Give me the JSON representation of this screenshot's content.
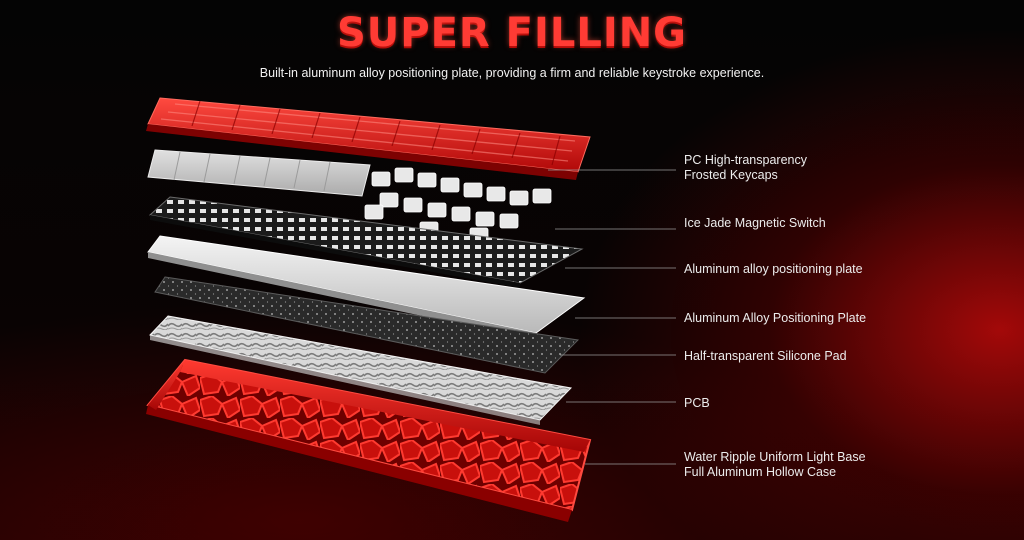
{
  "title": "SUPER FILLING",
  "subtitle": "Built-in aluminum alloy positioning plate, providing a firm and reliable keystroke experience.",
  "colors": {
    "accent_red": "#e01616",
    "title_red": "#ff3b34",
    "background": "#050202",
    "text": "#ececec"
  },
  "layers": [
    {
      "lines": [
        "PC High-transparency",
        "Frosted Keycaps"
      ]
    },
    {
      "lines": [
        "Ice Jade Magnetic Switch"
      ]
    },
    {
      "lines": [
        "Aluminum alloy positioning plate"
      ]
    },
    {
      "lines": [
        "Aluminum Alloy Positioning Plate"
      ]
    },
    {
      "lines": [
        "Half-transparent Silicone Pad"
      ]
    },
    {
      "lines": [
        "PCB"
      ]
    },
    {
      "lines": [
        "Water Ripple Uniform Light Base",
        "Full Aluminum Hollow Case"
      ]
    }
  ]
}
